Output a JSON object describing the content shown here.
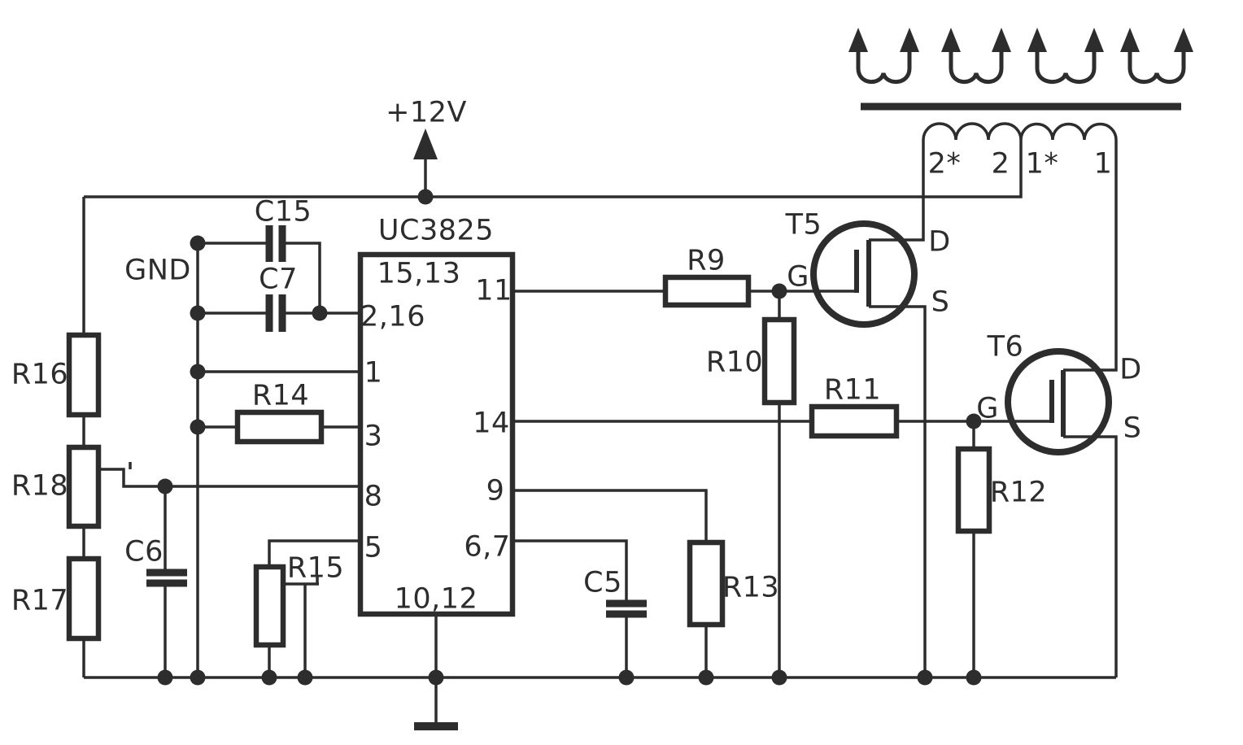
{
  "ink_color": "#2d2d2d",
  "supply": {
    "label": "+12V"
  },
  "ground": {
    "label": "GND"
  },
  "ic": {
    "part": "UC3825",
    "pins_left": [
      "15,13",
      "2,16",
      "1",
      "3",
      "8",
      "5",
      "10,12"
    ],
    "pins_right": [
      "11",
      "14",
      "9",
      "6,7"
    ]
  },
  "resistors": {
    "r9": "R9",
    "r10": "R10",
    "r11": "R11",
    "r12": "R12",
    "r13": "R13",
    "r14": "R14",
    "r15": "R15",
    "r16": "R16",
    "r17": "R17",
    "r18": "R18"
  },
  "capacitors": {
    "c5": "C5",
    "c6": "C6",
    "c7": "C7",
    "c15": "C15"
  },
  "transistors": {
    "t5": "T5",
    "t6": "T6"
  },
  "mosfet_terminals": {
    "gate": "G",
    "drain": "D",
    "source": "S"
  },
  "transformer": {
    "winding_labels": [
      "2*",
      "2",
      "1*",
      "1"
    ]
  }
}
